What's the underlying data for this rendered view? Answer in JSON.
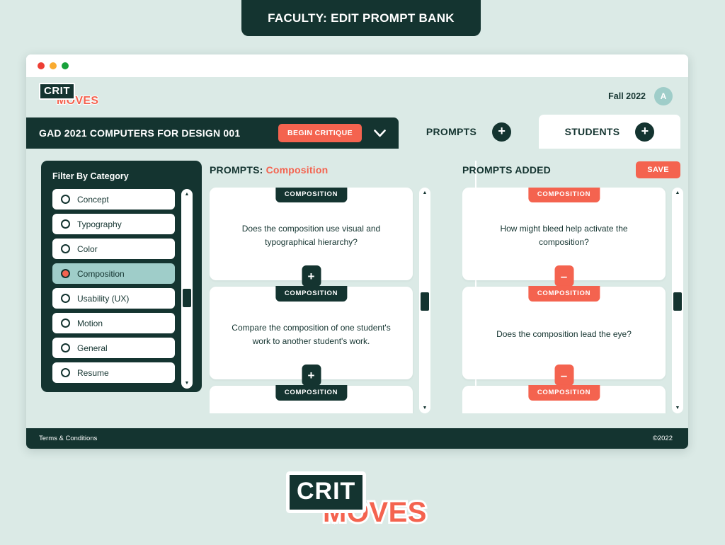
{
  "banner": {
    "title": "FACULTY: EDIT PROMPT BANK"
  },
  "window": {
    "dots": [
      "close-dot",
      "minimize-dot",
      "maximize-dot"
    ]
  },
  "header": {
    "logo": {
      "top": "CRIT",
      "bottom": "MOVES"
    },
    "term": "Fall 2022",
    "avatar_initial": "A"
  },
  "course_bar": {
    "course_name": "GAD 2021 COMPUTERS FOR DESIGN 001",
    "begin_critique_label": "BEGIN CRITIQUE",
    "chevron": "chevron-down-icon"
  },
  "tabs": [
    {
      "label": "PROMPTS",
      "add_label": "+",
      "active": false
    },
    {
      "label": "STUDENTS",
      "add_label": "+",
      "active": true
    }
  ],
  "sidebar": {
    "title": "Filter By Category",
    "categories": [
      {
        "label": "Concept",
        "selected": false
      },
      {
        "label": "Typography",
        "selected": false
      },
      {
        "label": "Color",
        "selected": false
      },
      {
        "label": "Composition",
        "selected": true
      },
      {
        "label": "Usability (UX)",
        "selected": false
      },
      {
        "label": "Motion",
        "selected": false
      },
      {
        "label": "General",
        "selected": false
      },
      {
        "label": "Resume",
        "selected": false
      }
    ]
  },
  "prompts_column": {
    "title_prefix": "PROMPTS:",
    "title_accent": "Composition",
    "cards": [
      {
        "badge": "COMPOSITION",
        "text": "Does the composition use visual and typographical hierarchy?",
        "action": "+"
      },
      {
        "badge": "COMPOSITION",
        "text": "Compare the composition of one student's work to another student's work.",
        "action": "+"
      },
      {
        "badge": "COMPOSITION",
        "text": "",
        "action": "+"
      }
    ]
  },
  "added_column": {
    "title": "PROMPTS ADDED",
    "save_label": "SAVE",
    "cards": [
      {
        "badge": "COMPOSITION",
        "text": "How might bleed help activate the composition?",
        "action": "–"
      },
      {
        "badge": "COMPOSITION",
        "text": "Does the composition lead the eye?",
        "action": "–"
      },
      {
        "badge": "COMPOSITION",
        "text": "",
        "action": "–"
      }
    ]
  },
  "footer": {
    "terms": "Terms & Conditions",
    "copyright": "©2022"
  },
  "brand_logo": {
    "top": "CRIT",
    "bottom": "MOVES"
  },
  "colors": {
    "dark": "#143430",
    "coral": "#f4634f",
    "mint_bg": "#dbeae6",
    "teal_accent": "#9fcdc9",
    "white": "#ffffff"
  }
}
